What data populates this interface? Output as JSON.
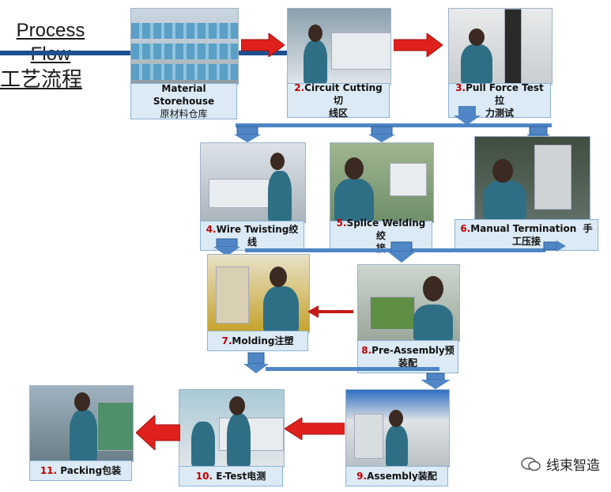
{
  "title": {
    "line1": "Process",
    "line2": "Flow",
    "line3": "工艺流程"
  },
  "steps": [
    {
      "num": "",
      "text": "Material Storehouse",
      "text2": "原材料仓库"
    },
    {
      "num": "2.",
      "text": "Circuit Cutting切",
      "text2": "线区"
    },
    {
      "num": "3.",
      "text": "Pull Force Test拉",
      "text2": "力测试"
    },
    {
      "num": "4.",
      "text": "Wire Twisting绞",
      "text2": "线"
    },
    {
      "num": "5.",
      "text": "Splice Welding绞",
      "text2": "接"
    },
    {
      "num": "6.",
      "text": "Manual Termination  手",
      "text2": "工压接"
    },
    {
      "num": "7.",
      "text": "Molding注塑",
      "text2": ""
    },
    {
      "num": "8.",
      "text": "Pre-Assembly预",
      "text2": "装配"
    },
    {
      "num": "9.",
      "text": "Assembly装配",
      "text2": ""
    },
    {
      "num": "10.",
      "text": " E-Test电测",
      "text2": ""
    },
    {
      "num": "11.",
      "text": " Packing包装",
      "text2": ""
    }
  ],
  "watermark": "线束智造",
  "colors": {
    "arrow_red": "#e0201c",
    "arrow_blue": "#4f86c6",
    "label_bg": "#dbeaf5",
    "accent_red": "#c00000"
  }
}
